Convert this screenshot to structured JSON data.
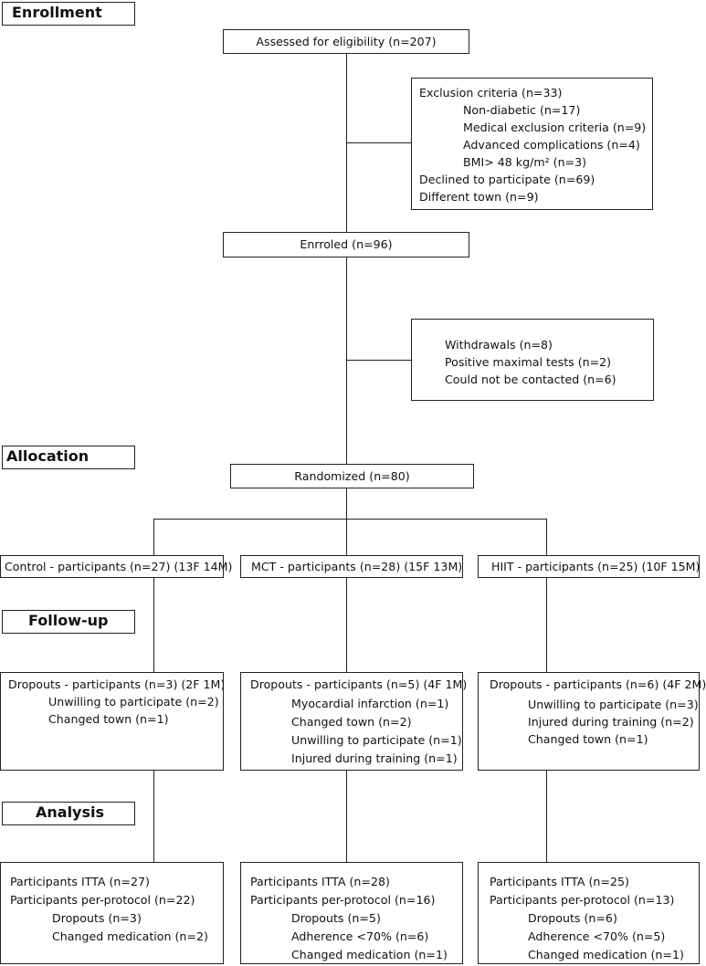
{
  "stages": {
    "enrollment": "Enrollment",
    "allocation": "Allocation",
    "followup": "Follow-up",
    "analysis": "Analysis"
  },
  "assessed": "Assessed for eligibility  (n=207)",
  "exclusion": {
    "header": "Exclusion criteria (n=33)",
    "items": [
      "Non-diabetic (n=17)",
      "Medical exclusion criteria (n=9)",
      "Advanced complications (n=4)",
      "BMI> 48 kg/m² (n=3)"
    ],
    "declined": "Declined to participate (n=69)",
    "town": "Different town (n=9)"
  },
  "enrolled": "Enrroled (n=96)",
  "withdrawals": {
    "header": "Withdrawals (n=8)",
    "items": [
      "Positive maximal tests (n=2)",
      "Could not be contacted (n=6)"
    ]
  },
  "randomized": "Randomized (n=80)",
  "groups": [
    {
      "label": "Control - participants (n=27) (13F 14M)",
      "dropouts_header": "Dropouts - participants (n=3) (2F 1M)",
      "dropouts_items": [
        "Unwilling to participate (n=2)",
        "Changed town (n=1)"
      ],
      "itta": "Participants ITTA (n=27)",
      "pp": "Participants per-protocol (n=22)",
      "pp_items": [
        "Dropouts (n=3)",
        "Changed medication (n=2)"
      ]
    },
    {
      "label": "MCT - participants (n=28) (15F 13M)",
      "dropouts_header": "Dropouts - participants (n=5) (4F 1M)",
      "dropouts_items": [
        "Myocardial infarction (n=1)",
        "Changed town (n=2)",
        "Unwilling to participate (n=1)",
        "Injured during training (n=1)"
      ],
      "itta": "Participants ITTA (n=28)",
      "pp": "Participants per-protocol (n=16)",
      "pp_items": [
        "Dropouts (n=5)",
        "Adherence <70% (n=6)",
        "Changed medication (n=1)"
      ]
    },
    {
      "label": "HIIT - participants (n=25) (10F 15M)",
      "dropouts_header": "Dropouts - participants (n=6) (4F 2M)",
      "dropouts_items": [
        "Unwilling to participate (n=3)",
        "Injured during training (n=2)",
        "Changed town (n=1)"
      ],
      "itta": "Participants ITTA (n=25)",
      "pp": "Participants per-protocol (n=13)",
      "pp_items": [
        "Dropouts (n=6)",
        "Adherence <70% (n=5)",
        "Changed medication (n=1)"
      ]
    }
  ]
}
